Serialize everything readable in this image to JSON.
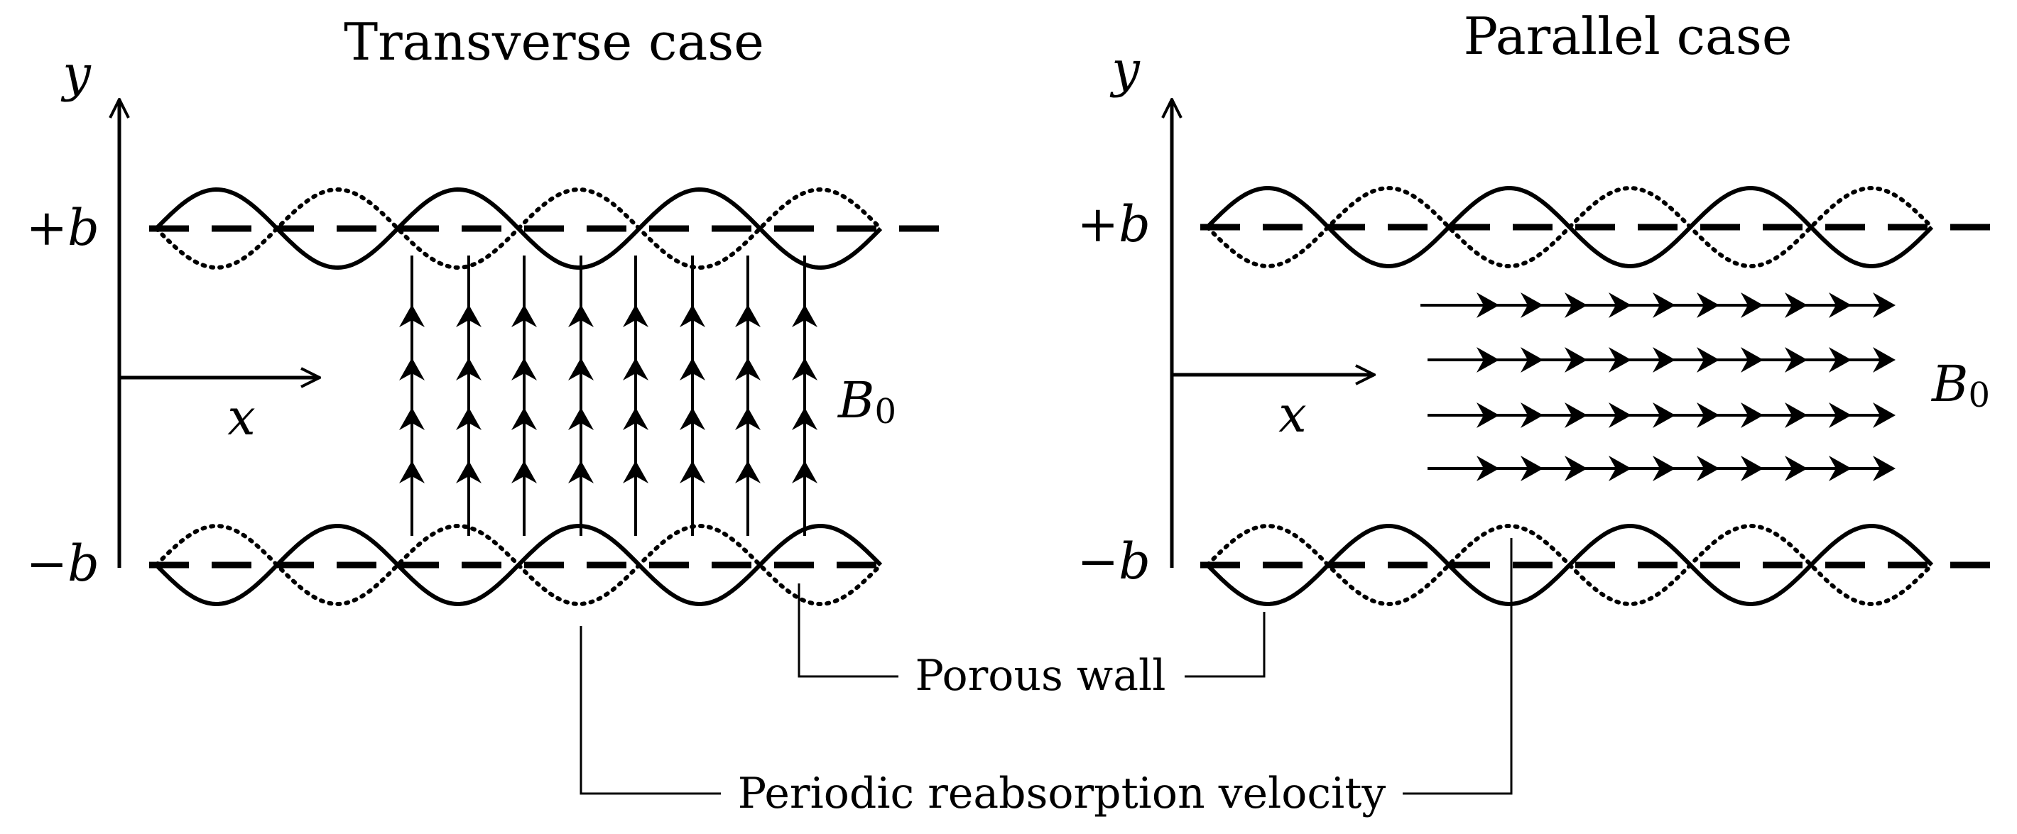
{
  "left_panel": {
    "title": "Transverse case",
    "y_axis_label": "y",
    "x_axis_label": "x",
    "upper_wall_label": "+b",
    "lower_wall_label": "−b",
    "field_symbol": "B",
    "field_subscript": "0"
  },
  "right_panel": {
    "title": "Parallel case",
    "y_axis_label": "y",
    "x_axis_label": "x",
    "upper_wall_label": "+b",
    "lower_wall_label": "−b",
    "field_symbol": "B",
    "field_subscript": "0"
  },
  "callouts": {
    "porous_wall": "Porous wall",
    "reabsorption": "Periodic reabsorption velocity"
  }
}
